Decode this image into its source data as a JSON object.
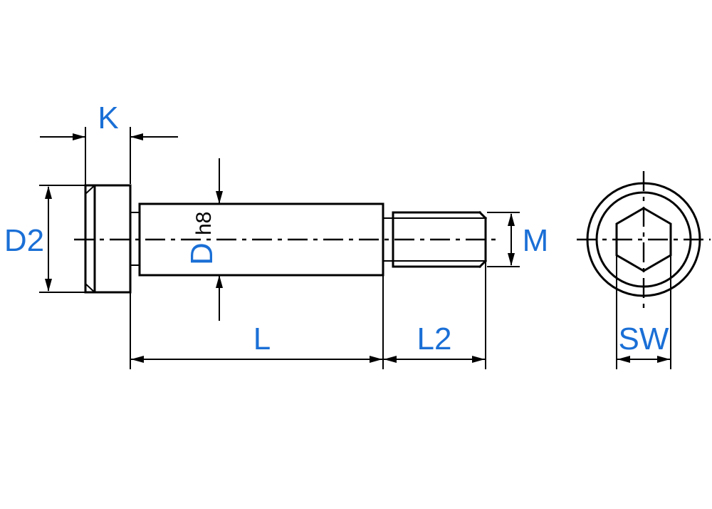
{
  "labels": {
    "k": "K",
    "d2": "D2",
    "d": "D",
    "d_tol": "h8",
    "l": "L",
    "l2": "L2",
    "m": "M",
    "sw": "SW"
  },
  "colors": {
    "label": "#1a6fd6",
    "line": "#000000"
  }
}
